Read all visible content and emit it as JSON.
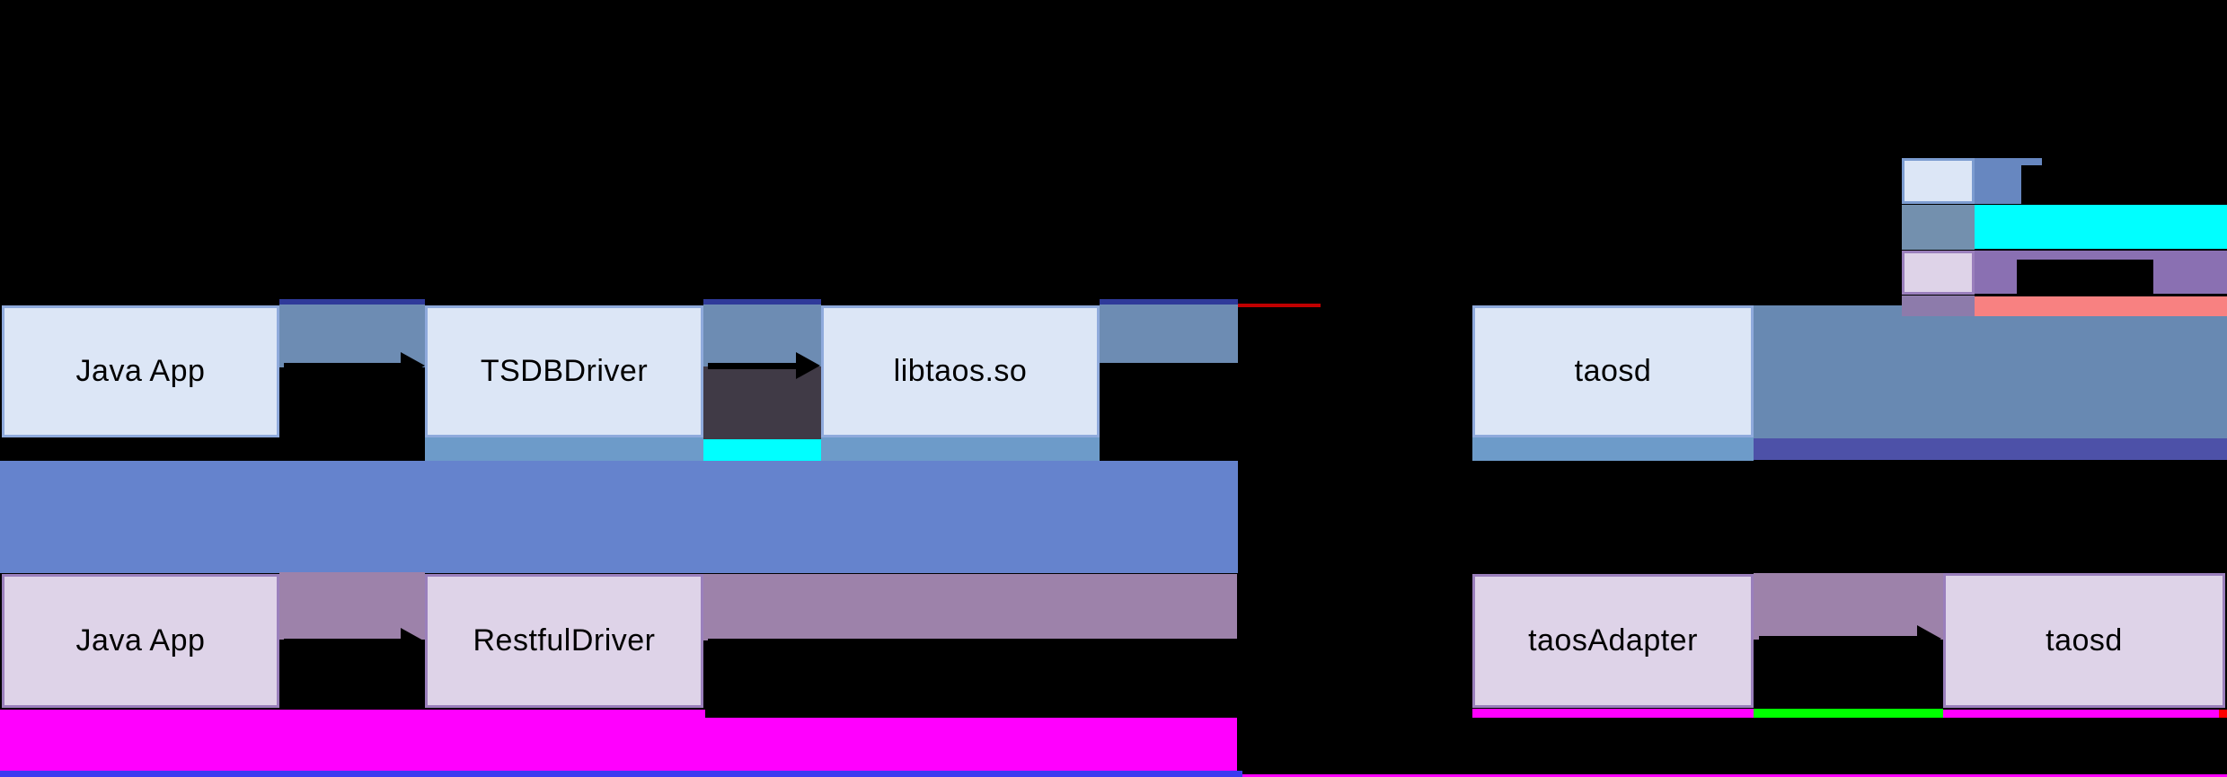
{
  "diagram": {
    "jni_path": {
      "app": "Java App",
      "driver": "TSDBDriver",
      "lib": "libtaos.so",
      "server": "taosd"
    },
    "rest_path": {
      "app": "Java App",
      "driver": "RestfulDriver",
      "adapter": "taosAdapter",
      "server": "taosd"
    }
  },
  "legend": {
    "swatches": [
      {
        "name": "light-blue-box-swatch",
        "color": "#dce6f6"
      },
      {
        "name": "steel-blue-swatch",
        "color": "#7390ae"
      },
      {
        "name": "light-purple-box-swatch",
        "color": "#ded3e8"
      },
      {
        "name": "mauve-swatch",
        "color": "#8d7bab"
      }
    ]
  },
  "colors": {
    "box_blue_fill": "#dce6f6",
    "box_blue_border": "#8faadc",
    "box_purple_fill": "#ded3e8",
    "box_purple_border": "#9a7fbc",
    "steel_band": "#6d8cb3",
    "steel_band_light": "#6d9bc9",
    "cluster_band": "#6889b2",
    "navy_edge": "#2f3a9a",
    "jni_band": "#6583cd",
    "mauve_band": "#9d82aa",
    "dark_slate": "#403a46",
    "cyan": "#00ffff",
    "red": "#fe0000",
    "green": "#00ff00",
    "magenta": "#ff00fe",
    "salmon": "#f88181",
    "indigo": "#4d51a8",
    "purple_band": "#8a70b2",
    "legend_blue": "#6787c0",
    "red_dash": "#c00000",
    "bottom_blue": "#3b3bf0"
  }
}
